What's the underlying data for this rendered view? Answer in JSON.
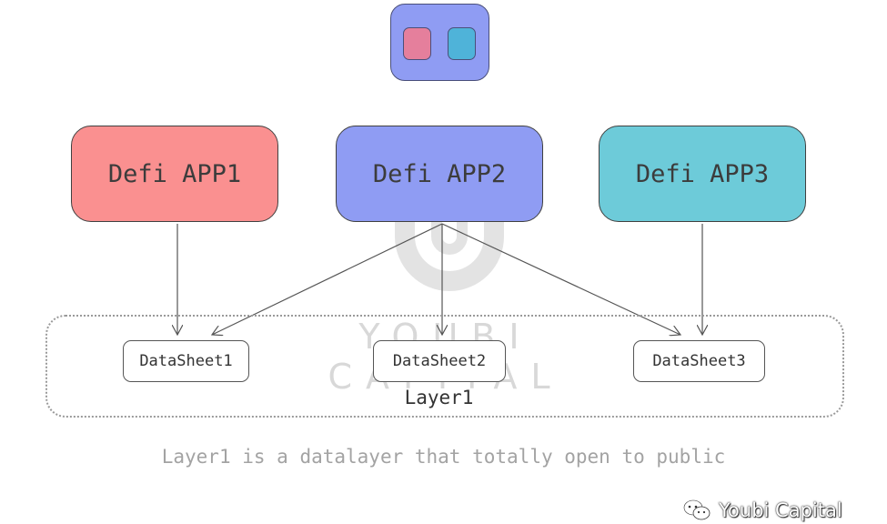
{
  "apps": [
    {
      "label": "Defi APP1",
      "fill": "#fa9090"
    },
    {
      "label": "Defi APP2",
      "fill": "#8f9cf3"
    },
    {
      "label": "Defi APP3",
      "fill": "#6dcbd9"
    }
  ],
  "wallet": {
    "fill": "#8f9cf3",
    "chips": [
      "#e57f9c",
      "#4fb3d9"
    ]
  },
  "layer": {
    "label": "Layer1",
    "sheets": [
      "DataSheet1",
      "DataSheet2",
      "DataSheet3"
    ]
  },
  "caption": "Layer1 is a datalayer that totally open to public",
  "watermark": {
    "text": "YOUBI CAPITAL"
  },
  "brand": {
    "text": "Youbi Capital",
    "icon": "wechat-icon"
  }
}
